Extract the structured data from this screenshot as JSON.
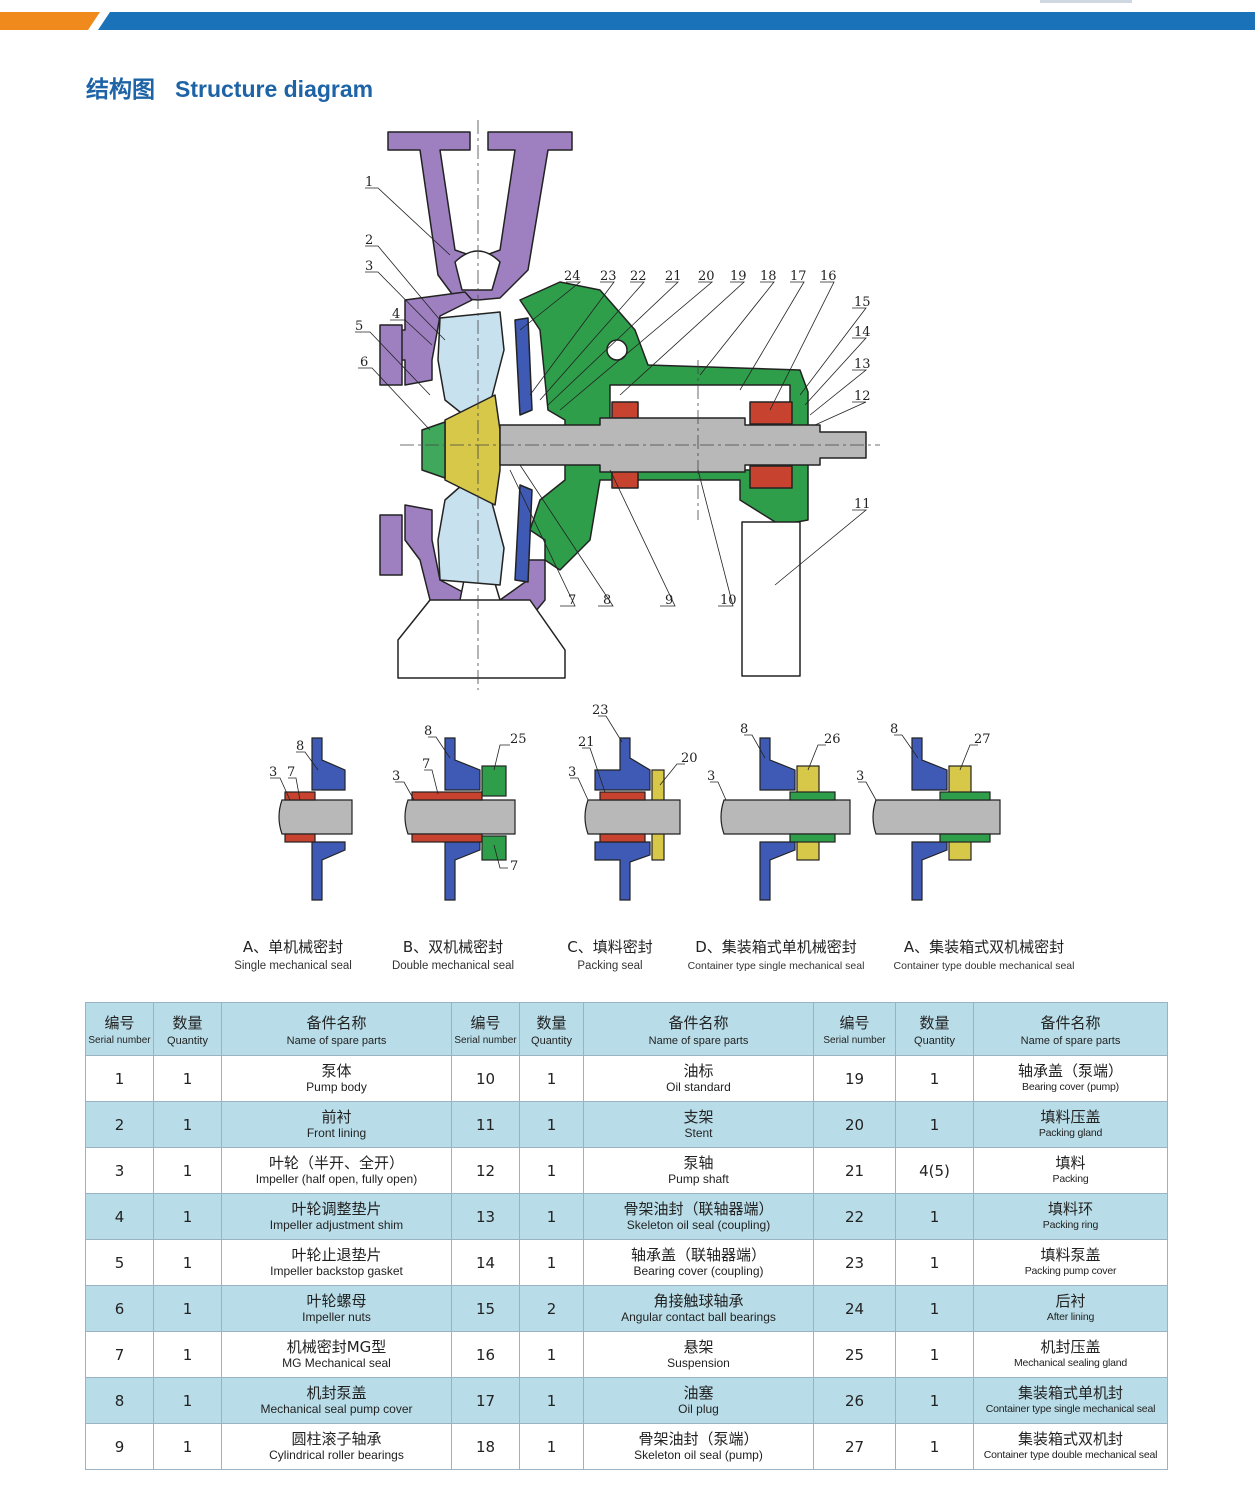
{
  "header": {
    "title_zh": "结构图",
    "title_en": "Structure diagram",
    "accent_orange": "#f08a1c",
    "accent_blue": "#1a73b9"
  },
  "diagram": {
    "colors": {
      "pump_body": "#9e80c0",
      "bracket": "#2f9e4a",
      "impeller": "#c8e1ee",
      "shaft": "#b8b8b8",
      "bearing": "#c8432f",
      "seal_blue": "#3f5ab4",
      "impeller_hub": "#d8c84a"
    },
    "callouts": [
      "1",
      "2",
      "3",
      "4",
      "5",
      "6",
      "7",
      "8",
      "9",
      "10",
      "11",
      "12",
      "13",
      "14",
      "15",
      "16",
      "17",
      "18",
      "19",
      "20",
      "21",
      "22",
      "23",
      "24"
    ],
    "seal_variants": [
      {
        "zh": "A、单机械密封",
        "en": "Single mechanical seal",
        "callouts": [
          "8",
          "3",
          "7"
        ]
      },
      {
        "zh": "B、双机械密封",
        "en": "Double mechanical seal",
        "callouts": [
          "8",
          "25",
          "3",
          "7",
          "7"
        ]
      },
      {
        "zh": "C、填料密封",
        "en": "Packing seal",
        "callouts": [
          "23",
          "21",
          "20",
          "3"
        ]
      },
      {
        "zh": "D、集装箱式单机械密封",
        "en": "Container type single mechanical seal",
        "callouts": [
          "8",
          "26",
          "3"
        ]
      },
      {
        "zh": "A、集装箱式双机械密封",
        "en": "Container type double mechanical seal",
        "callouts": [
          "8",
          "27",
          "3"
        ]
      }
    ]
  },
  "table": {
    "headers": [
      {
        "zh": "编号",
        "en": "Serial number"
      },
      {
        "zh": "数量",
        "en": "Quantity"
      },
      {
        "zh": "备件名称",
        "en": "Name of spare parts"
      },
      {
        "zh": "编号",
        "en": "Serial number"
      },
      {
        "zh": "数量",
        "en": "Quantity"
      },
      {
        "zh": "备件名称",
        "en": "Name of spare parts"
      },
      {
        "zh": "编号",
        "en": "Serial number"
      },
      {
        "zh": "数量",
        "en": "Quantity"
      },
      {
        "zh": "备件名称",
        "en": "Name of spare parts"
      }
    ],
    "rows": [
      {
        "cells": [
          {
            "no": "1",
            "qty": "1",
            "zh": "泵体",
            "en": "Pump body"
          },
          {
            "no": "10",
            "qty": "1",
            "zh": "油标",
            "en": "Oil standard"
          },
          {
            "no": "19",
            "qty": "1",
            "zh": "轴承盖（泵端）",
            "en": "Bearing cover (pump)"
          }
        ]
      },
      {
        "cells": [
          {
            "no": "2",
            "qty": "1",
            "zh": "前衬",
            "en": "Front lining"
          },
          {
            "no": "11",
            "qty": "1",
            "zh": "支架",
            "en": "Stent"
          },
          {
            "no": "20",
            "qty": "1",
            "zh": "填料压盖",
            "en": "Packing gland"
          }
        ]
      },
      {
        "cells": [
          {
            "no": "3",
            "qty": "1",
            "zh": "叶轮（半开、全开）",
            "en": "Impeller (half open, fully open)"
          },
          {
            "no": "12",
            "qty": "1",
            "zh": "泵轴",
            "en": "Pump shaft"
          },
          {
            "no": "21",
            "qty": "4(5)",
            "zh": "填料",
            "en": "Packing"
          }
        ]
      },
      {
        "cells": [
          {
            "no": "4",
            "qty": "1",
            "zh": "叶轮调整垫片",
            "en": "Impeller adjustment shim"
          },
          {
            "no": "13",
            "qty": "1",
            "zh": "骨架油封（联轴器端）",
            "en": "Skeleton oil seal (coupling)"
          },
          {
            "no": "22",
            "qty": "1",
            "zh": "填料环",
            "en": "Packing ring"
          }
        ]
      },
      {
        "cells": [
          {
            "no": "5",
            "qty": "1",
            "zh": "叶轮止退垫片",
            "en": "Impeller backstop gasket"
          },
          {
            "no": "14",
            "qty": "1",
            "zh": "轴承盖（联轴器端）",
            "en": "Bearing cover (coupling)"
          },
          {
            "no": "23",
            "qty": "1",
            "zh": "填料泵盖",
            "en": "Packing pump cover"
          }
        ]
      },
      {
        "cells": [
          {
            "no": "6",
            "qty": "1",
            "zh": "叶轮螺母",
            "en": "Impeller nuts"
          },
          {
            "no": "15",
            "qty": "2",
            "zh": "角接触球轴承",
            "en": "Angular contact ball bearings"
          },
          {
            "no": "24",
            "qty": "1",
            "zh": "后衬",
            "en": "After lining"
          }
        ]
      },
      {
        "cells": [
          {
            "no": "7",
            "qty": "1",
            "zh": "机械密封MG型",
            "en": "MG Mechanical seal"
          },
          {
            "no": "16",
            "qty": "1",
            "zh": "悬架",
            "en": "Suspension"
          },
          {
            "no": "25",
            "qty": "1",
            "zh": "机封压盖",
            "en": "Mechanical sealing gland"
          }
        ]
      },
      {
        "cells": [
          {
            "no": "8",
            "qty": "1",
            "zh": "机封泵盖",
            "en": "Mechanical seal pump cover"
          },
          {
            "no": "17",
            "qty": "1",
            "zh": "油塞",
            "en": "Oil plug"
          },
          {
            "no": "26",
            "qty": "1",
            "zh": "集装箱式单机封",
            "en": "Container type single mechanical seal"
          }
        ]
      },
      {
        "cells": [
          {
            "no": "9",
            "qty": "1",
            "zh": "圆柱滚子轴承",
            "en": "Cylindrical roller bearings"
          },
          {
            "no": "18",
            "qty": "1",
            "zh": "骨架油封（泵端）",
            "en": "Skeleton oil seal (pump)"
          },
          {
            "no": "27",
            "qty": "1",
            "zh": "集装箱式双机封",
            "en": "Container type double mechanical seal"
          }
        ]
      }
    ]
  }
}
